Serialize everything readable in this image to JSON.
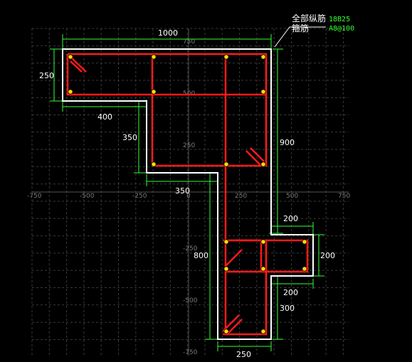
{
  "annotation": {
    "longitudinal_label": "全部纵筋",
    "longitudinal_value": "18B25",
    "stirrup_label": "箍筋",
    "stirrup_value": "A8@100"
  },
  "dimensions": {
    "top_width": "1000",
    "left_height": "250",
    "left_step": "400",
    "mid_height": "350",
    "mid_step": "350",
    "right_height": "900",
    "branch_top": "200",
    "branch_side": "200",
    "branch_bottom": "200",
    "stem_height": "800",
    "stem_lower": "300",
    "stem_width": "250"
  },
  "axis_labels": {
    "x": [
      "-750",
      "-500",
      "-250",
      "0",
      "250",
      "500",
      "750"
    ],
    "y": [
      "750",
      "500",
      "250",
      "-250",
      "-500",
      "-750"
    ]
  },
  "colors": {
    "background": "#000000",
    "grid": "#3a3a3a",
    "outline": "#ffffff",
    "rebar": "#ff1a1a",
    "dimension": "#33ff33",
    "bar_dot": "#ffdd00"
  }
}
